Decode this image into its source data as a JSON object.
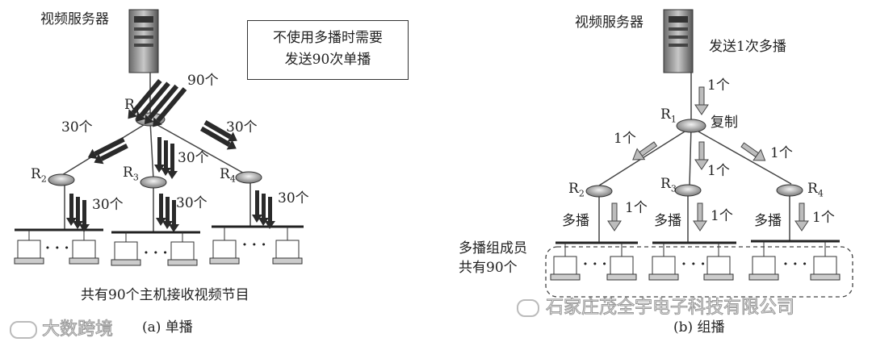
{
  "left": {
    "server_label": "视频服务器",
    "note_line1": "不使用多播时需要",
    "note_line2": "发送90次单播",
    "r1": "R",
    "r1_sub": "1",
    "r2": "R",
    "r2_sub": "2",
    "r3": "R",
    "r3_sub": "3",
    "r4": "R",
    "r4_sub": "4",
    "count_90": "90个",
    "count_30": "30个",
    "hosts_label": "共有90个主机接收视频节目",
    "caption": "(a) 单播",
    "dots": "· · ·"
  },
  "right": {
    "server_label": "视频服务器",
    "send_once": "发送1次多播",
    "copy_label": "复制",
    "r1": "R",
    "r1_sub": "1",
    "r2": "R",
    "r2_sub": "2",
    "r3": "R",
    "r3_sub": "3",
    "r4": "R",
    "r4_sub": "4",
    "count_1": "1个",
    "multicast": "多播",
    "members_line1": "多播组成员",
    "members_line2": "共有90个",
    "caption": "(b) 组播",
    "dots": "· · ·"
  },
  "watermarks": {
    "left": "大数跨境",
    "right": "石家庄茂全宇电子科技有限公司"
  }
}
